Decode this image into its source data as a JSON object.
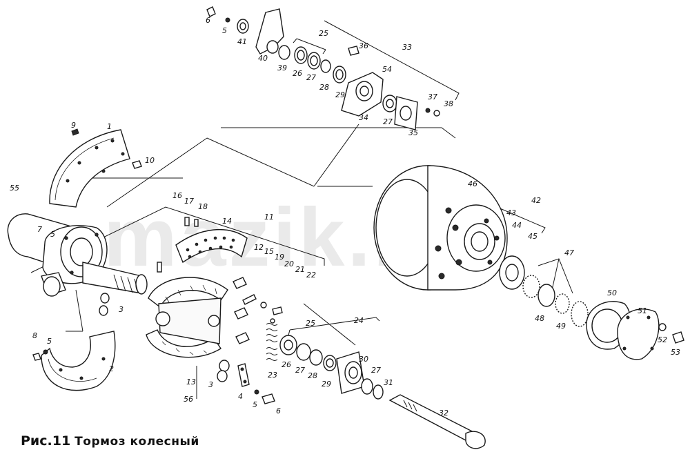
{
  "watermark": "mazik.by",
  "caption": {
    "figure": "Рис.11",
    "title": "Тормоз колесный"
  },
  "colors": {
    "ink": "#1a1a1a",
    "paper": "#ffffff",
    "watermark": "#d9d9d9"
  },
  "part_numbers": {
    "n1": "1",
    "n2": "2",
    "n3": "3",
    "n3b": "3",
    "n4": "4",
    "n5": "5",
    "n5b": "5",
    "n5c": "5",
    "n5d": "5",
    "n6": "6",
    "n6b": "6",
    "n7": "7",
    "n8": "8",
    "n9": "9",
    "n10": "10",
    "n11": "11",
    "n12": "12",
    "n13": "13",
    "n14": "14",
    "n15": "15",
    "n16": "16",
    "n17": "17",
    "n18": "18",
    "n19": "19",
    "n20": "20",
    "n21": "21",
    "n22": "22",
    "n23": "23",
    "n24": "24",
    "n25": "25",
    "n25b": "25",
    "n26": "26",
    "n26b": "26",
    "n27": "27",
    "n27b": "27",
    "n27c": "27",
    "n27d": "27",
    "n28": "28",
    "n28b": "28",
    "n29": "29",
    "n29b": "29",
    "n30": "30",
    "n31": "31",
    "n32": "32",
    "n33": "33",
    "n34": "34",
    "n35": "35",
    "n36": "36",
    "n37": "37",
    "n38": "38",
    "n39": "39",
    "n40": "40",
    "n41": "41",
    "n42": "42",
    "n43": "43",
    "n44": "44",
    "n45": "45",
    "n46": "46",
    "n47": "47",
    "n48": "48",
    "n49": "49",
    "n50": "50",
    "n51": "51",
    "n52": "52",
    "n53": "53",
    "n54": "54",
    "n55": "55",
    "n56": "56"
  }
}
